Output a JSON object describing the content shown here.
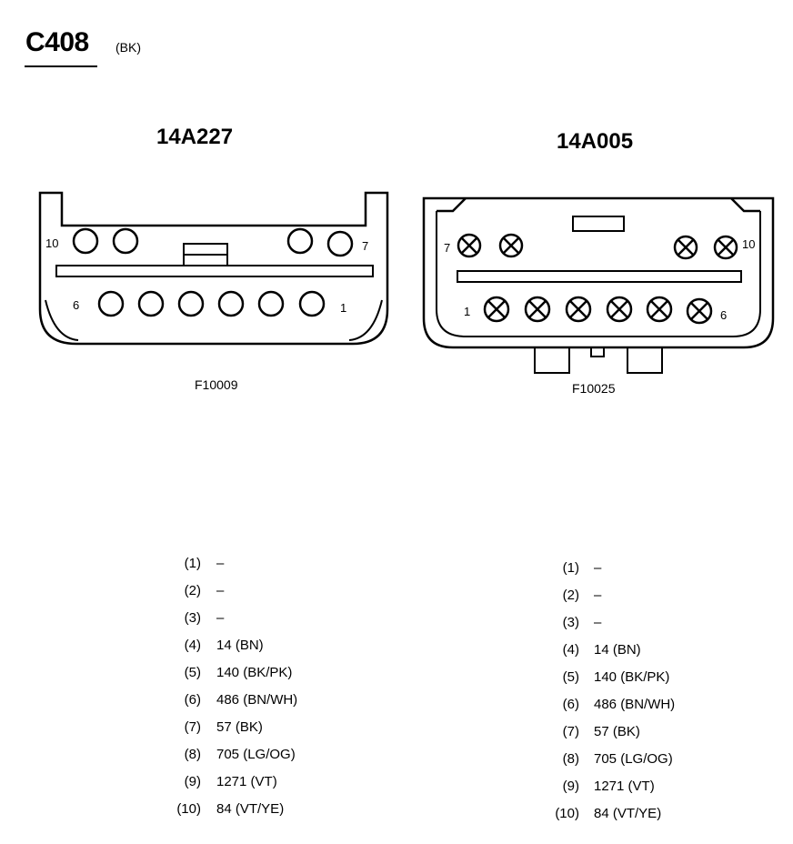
{
  "title": {
    "connector": "C408",
    "color": "(BK)"
  },
  "connectors": [
    {
      "name": "14A227",
      "figure_code": "F10009",
      "pin_labels": {
        "top_left": "10",
        "top_right": "7",
        "bottom_left": "6",
        "bottom_right": "1"
      },
      "pins": [
        {
          "index": "(1)",
          "wire": "–"
        },
        {
          "index": "(2)",
          "wire": "–"
        },
        {
          "index": "(3)",
          "wire": "–"
        },
        {
          "index": "(4)",
          "wire": "14 (BN)"
        },
        {
          "index": "(5)",
          "wire": "140 (BK/PK)"
        },
        {
          "index": "(6)",
          "wire": "486 (BN/WH)"
        },
        {
          "index": "(7)",
          "wire": "57 (BK)"
        },
        {
          "index": "(8)",
          "wire": "705 (LG/OG)"
        },
        {
          "index": "(9)",
          "wire": "1271 (VT)"
        },
        {
          "index": "(10)",
          "wire": "84 (VT/YE)"
        }
      ]
    },
    {
      "name": "14A005",
      "figure_code": "F10025",
      "pin_labels": {
        "top_left": "7",
        "top_right": "10",
        "bottom_left": "1",
        "bottom_right": "6"
      },
      "pins": [
        {
          "index": "(1)",
          "wire": "–"
        },
        {
          "index": "(2)",
          "wire": "–"
        },
        {
          "index": "(3)",
          "wire": "–"
        },
        {
          "index": "(4)",
          "wire": "14 (BN)"
        },
        {
          "index": "(5)",
          "wire": "140 (BK/PK)"
        },
        {
          "index": "(6)",
          "wire": "486 (BN/WH)"
        },
        {
          "index": "(7)",
          "wire": "57 (BK)"
        },
        {
          "index": "(8)",
          "wire": "705 (LG/OG)"
        },
        {
          "index": "(9)",
          "wire": "1271 (VT)"
        },
        {
          "index": "(10)",
          "wire": "84 (VT/YE)"
        }
      ]
    }
  ]
}
